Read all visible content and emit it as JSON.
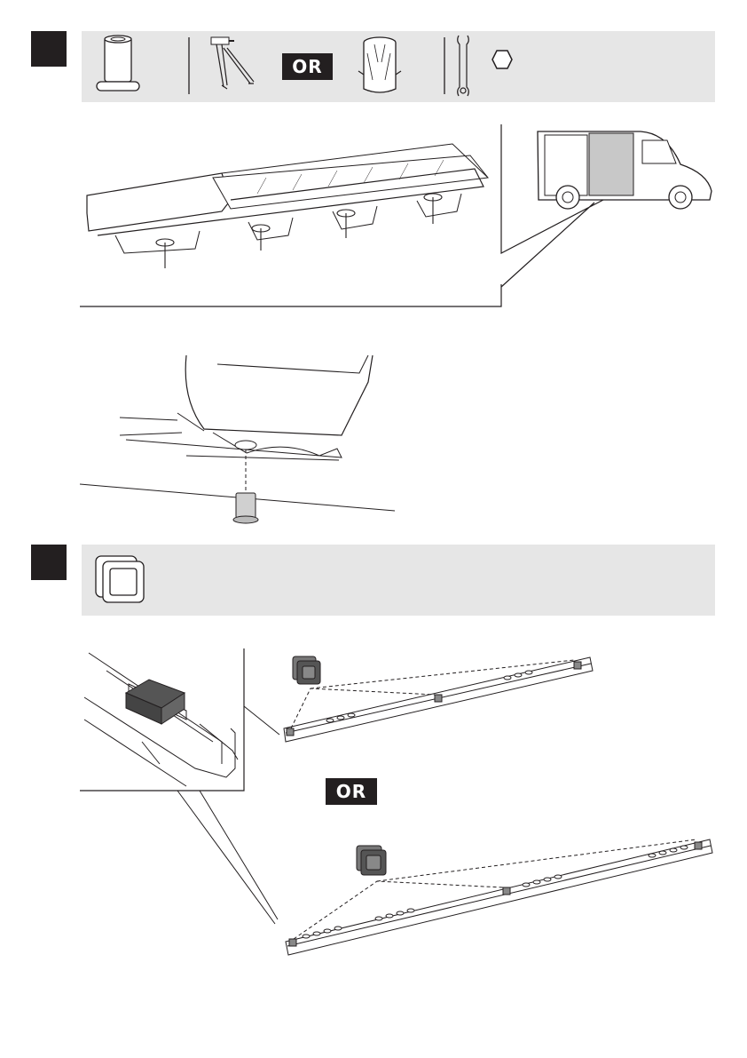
{
  "step1": {
    "tools": [
      "rivet-nut",
      "rivet-nut-pliers",
      "drop-in-nut",
      "wrench",
      "hex-nut"
    ],
    "or_label": "OR"
  },
  "step2": {
    "tools": [
      "square-end-cap"
    ],
    "or_label": "OR"
  },
  "colors": {
    "marker": "#231f20",
    "toolbar": "#e6e6e6",
    "part_fill": "#ffffff",
    "van_panel": "#c8c8c8"
  }
}
